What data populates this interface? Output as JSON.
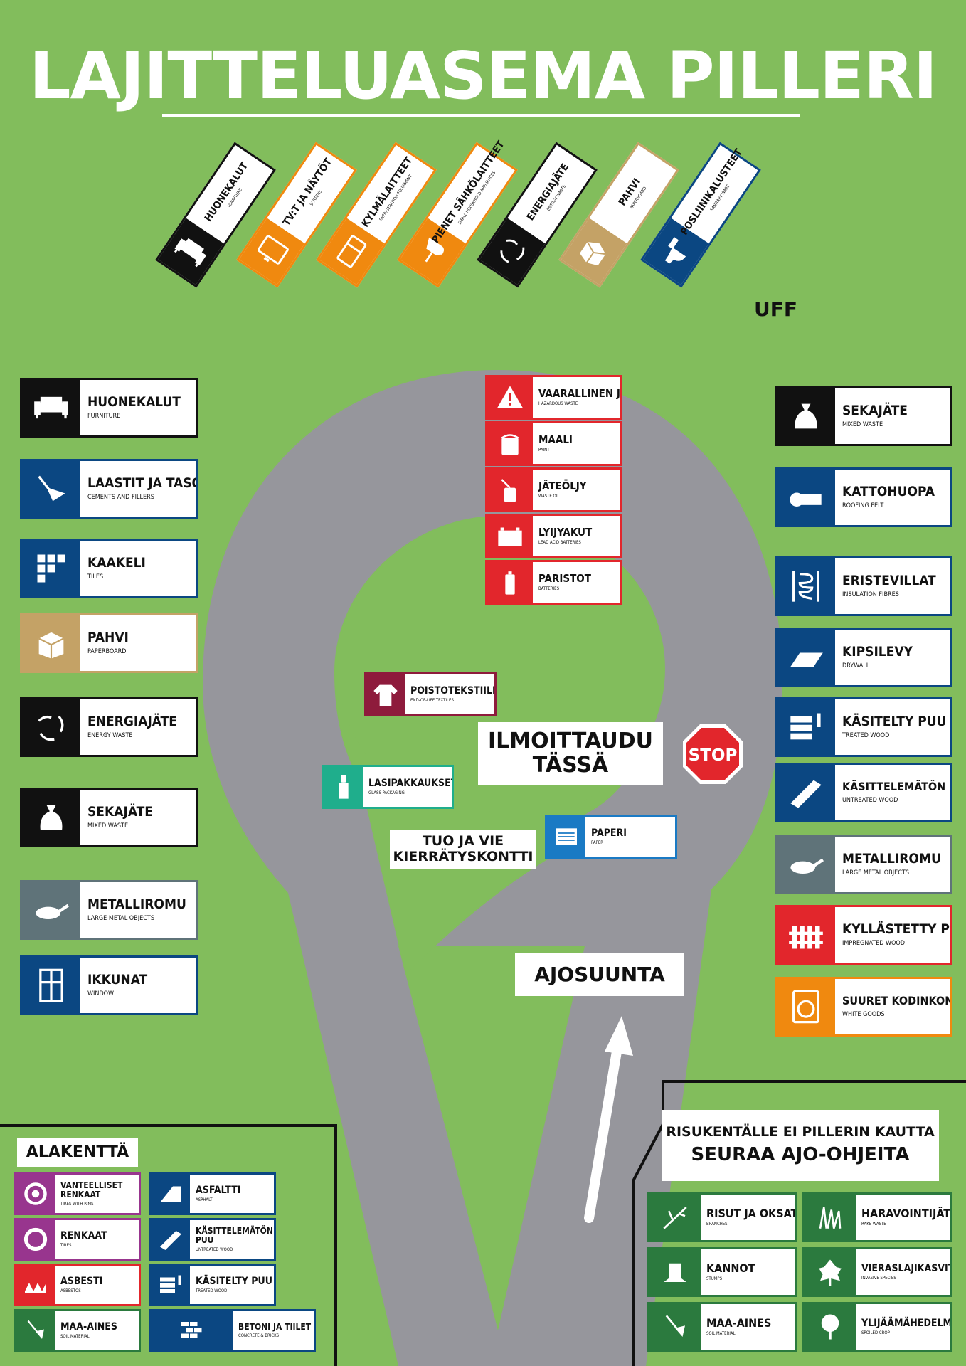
{
  "title": "LAJITTELUASEMA PILLERI",
  "colors": {
    "grass": "#82bd5c",
    "road": "#96969c",
    "black": "#111111",
    "blue": "#0b4782",
    "orange": "#f0890f",
    "tan": "#c4a266",
    "gray": "#5f7379",
    "red": "#e2262c",
    "maroon": "#8e1b3c",
    "teal": "#1fae8c",
    "lightblue": "#1a7ac4",
    "purple": "#98358e",
    "green": "#2b7a3e"
  },
  "top_containers": [
    {
      "label": "HUONEKALUT",
      "sub": "FURNITURE",
      "color": "#111111",
      "icon": "sofa-icon"
    },
    {
      "label": "TV:T JA NÄYTÖT",
      "sub": "SCREENS",
      "color": "#f0890f",
      "icon": "tv-icon"
    },
    {
      "label": "KYLMÄLAITTEET",
      "sub": "REFRIGERATION EQUIPMENT",
      "color": "#f0890f",
      "icon": "fridge-icon"
    },
    {
      "label": "PIENET SÄHKÖLAITTEET",
      "sub": "SMALL HOUSEHOLD APPLIANCES",
      "color": "#f0890f",
      "icon": "mixer-icon"
    },
    {
      "label": "ENERGIAJÄTE",
      "sub": "ENERGY WASTE",
      "color": "#111111",
      "icon": "energy-arrows-icon"
    },
    {
      "label": "PAHVI",
      "sub": "PAPERBOARD",
      "color": "#c4a266",
      "icon": "box-icon"
    },
    {
      "label": "POSLIINIKALUSTEET",
      "sub": "SANITARY WARE",
      "color": "#0b4782",
      "icon": "toilet-icon"
    }
  ],
  "uff": "UFF",
  "left_column": [
    {
      "label": "HUONEKALUT",
      "sub": "FURNITURE",
      "color": "#111111",
      "icon": "sofa-icon"
    },
    {
      "label": "LAASTIT JA TASOITTEET",
      "sub": "CEMENTS AND FILLERS",
      "color": "#0b4782",
      "icon": "trowel-icon"
    },
    {
      "label": "KAAKELI",
      "sub": "TILES",
      "color": "#0b4782",
      "icon": "tiles-icon"
    },
    {
      "label": "PAHVI",
      "sub": "PAPERBOARD",
      "color": "#c4a266",
      "icon": "box-icon"
    },
    {
      "label": "ENERGIAJÄTE",
      "sub": "ENERGY WASTE",
      "color": "#111111",
      "icon": "energy-arrows-icon"
    },
    {
      "label": "SEKAJÄTE",
      "sub": "MIXED WASTE",
      "color": "#111111",
      "icon": "trash-bag-icon"
    },
    {
      "label": "METALLIROMU",
      "sub": "LARGE METAL OBJECTS",
      "color": "#5f7379",
      "icon": "pan-icon"
    },
    {
      "label": "IKKUNAT",
      "sub": "WINDOW",
      "color": "#0b4782",
      "icon": "window-icon"
    }
  ],
  "hazardous": [
    {
      "label": "VAARALLINEN JÄTE",
      "sub": "HAZARDOUS WASTE",
      "icon": "warning-icon"
    },
    {
      "label": "MAALI",
      "sub": "PAINT",
      "icon": "paint-can-icon"
    },
    {
      "label": "JÄTEÖLJY",
      "sub": "WASTE OIL",
      "icon": "oil-can-icon"
    },
    {
      "label": "LYIJYAKUT",
      "sub": "LEAD ACID BATTERIES",
      "icon": "car-battery-icon"
    },
    {
      "label": "PARISTOT",
      "sub": "BATTERIES",
      "icon": "battery-icon"
    }
  ],
  "right_column": [
    {
      "label": "SEKAJÄTE",
      "sub": "MIXED WASTE",
      "color": "#111111",
      "icon": "trash-bag-icon"
    },
    {
      "label": "KATTOHUOPA",
      "sub": "ROOFING FELT",
      "color": "#0b4782",
      "icon": "roll-icon"
    },
    {
      "label": "ERISTEVILLAT",
      "sub": "INSULATION FIBRES",
      "color": "#0b4782",
      "icon": "insulation-icon"
    },
    {
      "label": "KIPSILEVY",
      "sub": "DRYWALL",
      "color": "#0b4782",
      "icon": "board-icon"
    },
    {
      "label": "KÄSITELTY PUU",
      "sub": "TREATED WOOD",
      "color": "#0b4782",
      "icon": "treated-wood-icon"
    },
    {
      "label": "KÄSITTELEMÄTÖN PUU",
      "sub": "UNTREATED WOOD",
      "color": "#0b4782",
      "icon": "plank-icon"
    },
    {
      "label": "METALLIROMU",
      "sub": "LARGE METAL OBJECTS",
      "color": "#5f7379",
      "icon": "pan-icon"
    },
    {
      "label": "KYLLÄSTETTY PUU",
      "sub": "IMPREGNATED WOOD",
      "color": "#e2262c",
      "icon": "fence-icon"
    },
    {
      "label": "SUURET KODINKONEET",
      "sub": "WHITE GOODS",
      "color": "#f0890f",
      "icon": "washing-machine-icon"
    }
  ],
  "center": {
    "textiles": {
      "label": "POISTOTEKSTIILIT",
      "sub": "END-OF-LIFE TEXTILES",
      "color": "#8e1b3c",
      "icon": "shirt-icon"
    },
    "glass": {
      "label": "LASIPAKKAUKSET",
      "sub": "GLASS PACKAGING",
      "color": "#1fae8c",
      "icon": "bottle-icon"
    },
    "paper": {
      "label": "PAPERI",
      "sub": "PAPER",
      "color": "#1a7ac4",
      "icon": "newspaper-icon"
    },
    "register_line1": "ILMOITTAUDU",
    "register_line2": "TÄSSÄ",
    "stop": "STOP",
    "bring_line1": "TUO JA VIE",
    "bring_line2": "KIERRÄTYSKONTTI",
    "direction": "AJOSUUNTA"
  },
  "lower_field": {
    "title": "ALAKENTTÄ",
    "items": [
      {
        "label": "VANTEELLISET RENKAAT",
        "sub": "TIRES WITH RIMS",
        "color": "#98358e",
        "icon": "tire-rim-icon"
      },
      {
        "label": "ASFALTTI",
        "sub": "ASPHALT",
        "color": "#0b4782",
        "icon": "road-icon"
      },
      {
        "label": "RENKAAT",
        "sub": "TIRES",
        "color": "#98358e",
        "icon": "tire-icon"
      },
      {
        "label": "KÄSITTELEMÄTÖN PUU",
        "sub": "UNTREATED WOOD",
        "color": "#0b4782",
        "icon": "plank-icon"
      },
      {
        "label": "ASBESTI",
        "sub": "ASBESTOS",
        "color": "#e2262c",
        "icon": "asbestos-icon"
      },
      {
        "label": "KÄSITELTY PUU",
        "sub": "TREATED WOOD",
        "color": "#0b4782",
        "icon": "treated-wood-icon"
      },
      {
        "label": "MAA-AINES",
        "sub": "SOIL MATERIAL",
        "color": "#2b7a3e",
        "icon": "shovel-icon"
      },
      {
        "label": "BETONI JA TIILET",
        "sub": "CONCRETE & BRICKS",
        "color": "#0b4782",
        "icon": "bricks-icon"
      }
    ]
  },
  "brush_field": {
    "line1": "RISUKENTÄLLE EI PILLERIN KAUTTA",
    "line2": "SEURAA AJO-OHJEITA",
    "items": [
      {
        "label": "RISUT JA OKSAT",
        "sub": "BRANCHES",
        "color": "#2b7a3e",
        "icon": "branch-icon"
      },
      {
        "label": "HARAVOINTIJÄTE",
        "sub": "RAKE WASTE",
        "color": "#2b7a3e",
        "icon": "grass-icon"
      },
      {
        "label": "KANNOT",
        "sub": "STUMPS",
        "color": "#2b7a3e",
        "icon": "stump-icon"
      },
      {
        "label": "VIERASLAJIKASVIT",
        "sub": "INVASIVE SPECIES",
        "color": "#2b7a3e",
        "icon": "leaf-icon"
      },
      {
        "label": "MAA-AINES",
        "sub": "SOIL MATERIAL",
        "color": "#2b7a3e",
        "icon": "shovel-icon"
      },
      {
        "label": "YLIJÄÄMÄHEDELMÄT",
        "sub": "SPOILED CROP",
        "color": "#2b7a3e",
        "icon": "fruit-tree-icon"
      }
    ]
  }
}
